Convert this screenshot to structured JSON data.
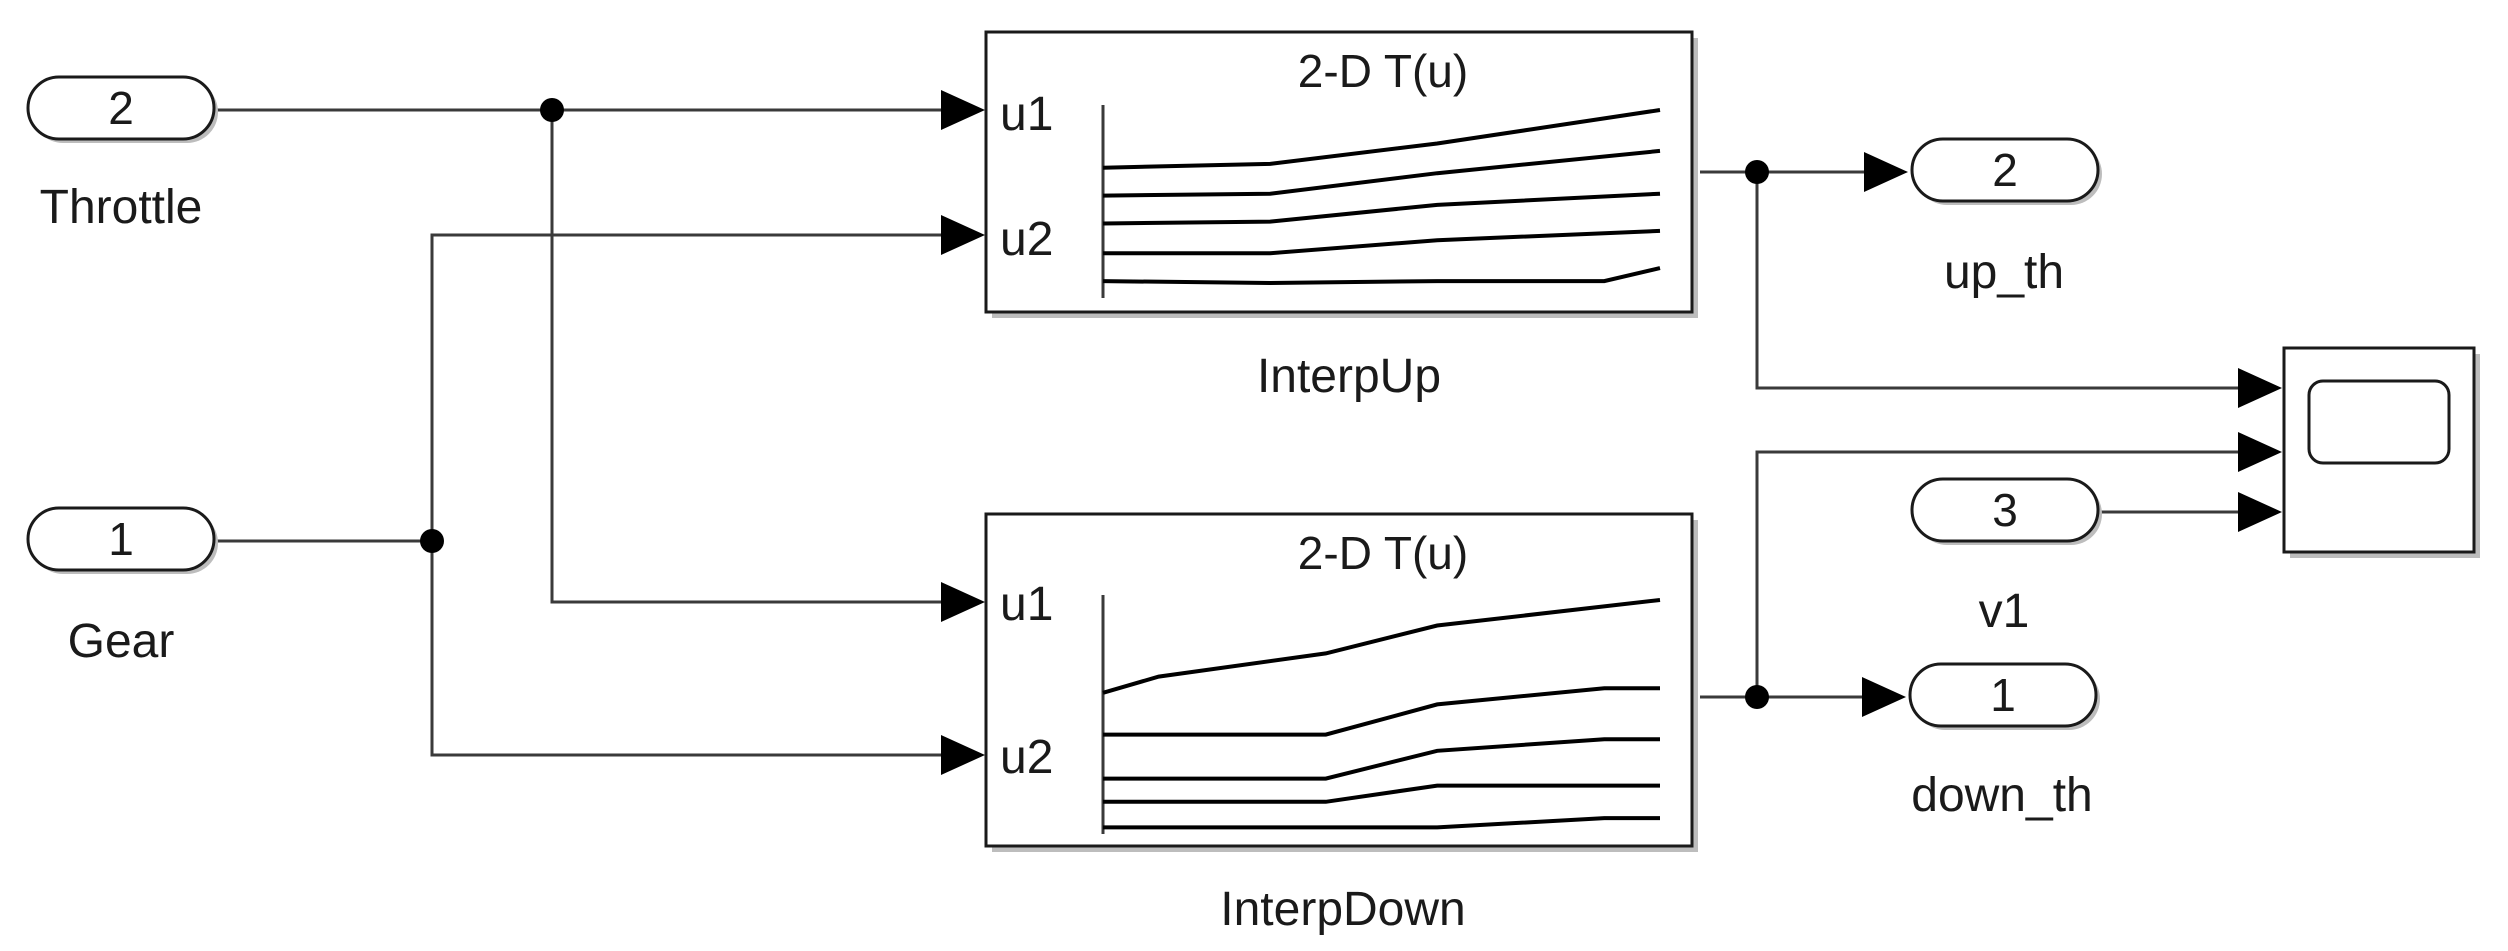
{
  "inports": {
    "throttle": {
      "number": "2",
      "label": "Throttle"
    },
    "gear": {
      "number": "1",
      "label": "Gear"
    }
  },
  "lookup_up": {
    "title": "2-D T(u)",
    "input1": "u1",
    "input2": "u2",
    "label": "InterpUp",
    "curves": [
      [
        [
          0,
          0.31
        ],
        [
          0.3,
          0.29
        ],
        [
          0.6,
          0.18
        ],
        [
          1,
          0.0
        ]
      ],
      [
        [
          0,
          0.46
        ],
        [
          0.3,
          0.45
        ],
        [
          0.6,
          0.34
        ],
        [
          1,
          0.22
        ]
      ],
      [
        [
          0,
          0.61
        ],
        [
          0.3,
          0.6
        ],
        [
          0.6,
          0.51
        ],
        [
          1,
          0.45
        ]
      ],
      [
        [
          0,
          0.77
        ],
        [
          0.3,
          0.77
        ],
        [
          0.6,
          0.7
        ],
        [
          1,
          0.65
        ]
      ],
      [
        [
          0,
          0.92
        ],
        [
          0.3,
          0.93
        ],
        [
          0.6,
          0.92
        ],
        [
          0.9,
          0.92
        ],
        [
          1,
          0.85
        ]
      ]
    ]
  },
  "lookup_down": {
    "title": "2-D T(u)",
    "input1": "u1",
    "input2": "u2",
    "label": "InterpDown",
    "curves": [
      [
        [
          0,
          0.4
        ],
        [
          0.1,
          0.33
        ],
        [
          0.4,
          0.23
        ],
        [
          0.6,
          0.11
        ],
        [
          1,
          0.0
        ]
      ],
      [
        [
          0,
          0.58
        ],
        [
          0.4,
          0.58
        ],
        [
          0.6,
          0.45
        ],
        [
          0.9,
          0.38
        ],
        [
          1,
          0.38
        ]
      ],
      [
        [
          0,
          0.77
        ],
        [
          0.4,
          0.77
        ],
        [
          0.6,
          0.65
        ],
        [
          0.9,
          0.6
        ],
        [
          1,
          0.6
        ]
      ],
      [
        [
          0,
          0.87
        ],
        [
          0.4,
          0.87
        ],
        [
          0.6,
          0.8
        ],
        [
          0.9,
          0.8
        ],
        [
          1,
          0.8
        ]
      ],
      [
        [
          0,
          0.98
        ],
        [
          0.6,
          0.98
        ],
        [
          0.9,
          0.94
        ],
        [
          1,
          0.94
        ]
      ]
    ]
  },
  "outports": {
    "up_th": {
      "number": "2",
      "label": "up_th"
    },
    "down_th": {
      "number": "1",
      "label": "down_th"
    },
    "v1": {
      "number": "3",
      "label": "v1"
    }
  },
  "scope": {
    "icon": "scope-icon"
  }
}
